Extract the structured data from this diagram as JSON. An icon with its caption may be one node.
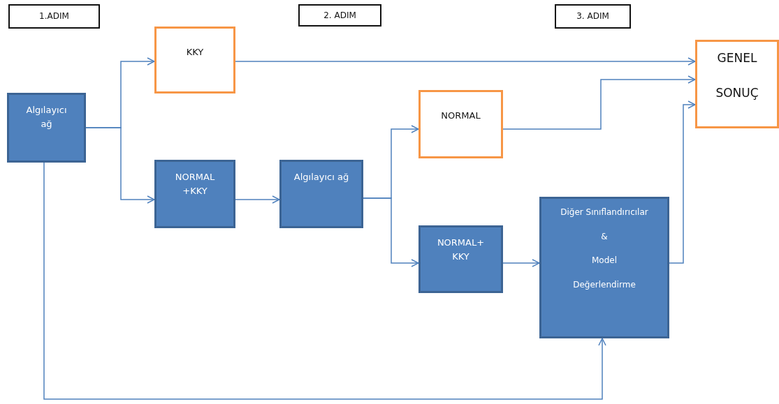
{
  "diagram": {
    "nodes": [
      {
        "text": [
          "1.ADIM"
        ]
      },
      {
        "text": [
          "2. ADIM"
        ]
      },
      {
        "text": [
          "3. ADIM"
        ]
      },
      {
        "text": [
          "KKY"
        ]
      },
      {
        "text": [
          "Algılayıcı ağ"
        ]
      },
      {
        "text": [
          "NORMAL +KKY"
        ]
      },
      {
        "text": [
          "Algılayıcı ağ"
        ]
      },
      {
        "text": [
          "NORMAL"
        ]
      },
      {
        "text": [
          "NORMAL+ KKY"
        ]
      },
      {
        "text": [
          "Diğer Sınıflandırıcılar",
          "&",
          "Model",
          "Değerlendirme"
        ]
      },
      {
        "text": [
          "GENEL",
          "SONUÇ"
        ]
      }
    ],
    "edges": [
      {
        "from": 4,
        "to": 3,
        "arrow": "to"
      },
      {
        "from": 4,
        "to": 5,
        "arrow": "to"
      },
      {
        "from": 5,
        "to": 6,
        "arrow": "to"
      },
      {
        "from": 6,
        "to": 7,
        "arrow": "to"
      },
      {
        "from": 6,
        "to": 8,
        "arrow": "to"
      },
      {
        "from": 8,
        "to": 9,
        "arrow": "to"
      },
      {
        "from": 3,
        "to": 10,
        "arrow": "to"
      },
      {
        "from": 7,
        "to": 10,
        "arrow": "to"
      },
      {
        "from": 9,
        "to": 10,
        "arrow": "to"
      },
      {
        "from": 4,
        "to": 9,
        "arrow": "to"
      }
    ]
  }
}
